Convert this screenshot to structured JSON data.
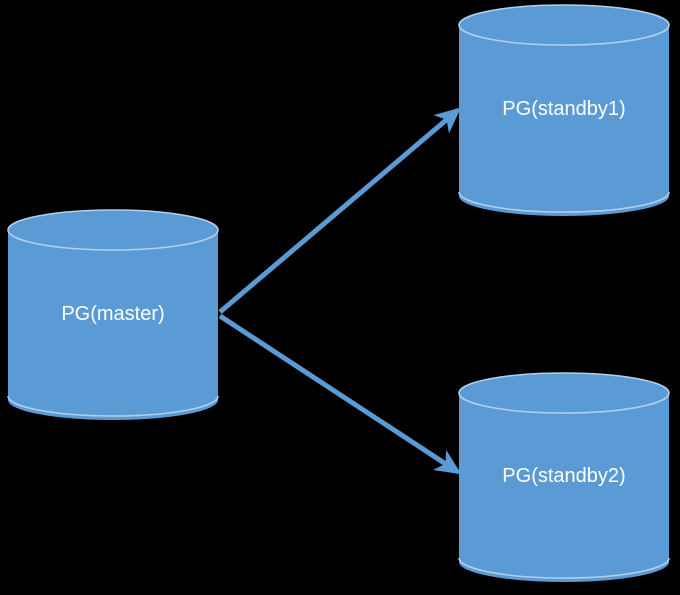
{
  "diagram": {
    "background_color": "#000000",
    "fill_color": "#5b9bd5",
    "edge_color": "#5b9bd5",
    "rim_color": "#b4cfe9",
    "nodes": [
      {
        "id": "master",
        "label": "PG(master)"
      },
      {
        "id": "standby1",
        "label": "PG(standby1)"
      },
      {
        "id": "standby2",
        "label": "PG(standby2)"
      }
    ],
    "edges": [
      {
        "from": "master",
        "to": "standby1",
        "style": "arrow"
      },
      {
        "from": "master",
        "to": "standby2",
        "style": "arrow"
      }
    ]
  }
}
